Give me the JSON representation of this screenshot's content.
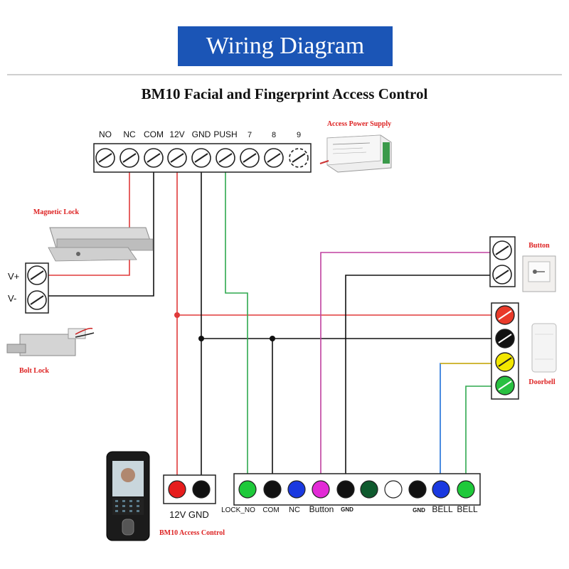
{
  "banner": {
    "title": "Wiring Diagram"
  },
  "diagram": {
    "title": "BM10 Facial and Fingerprint Access Control",
    "top_terminal_labels": [
      "NO",
      "NC",
      "COM",
      "12V",
      "GND",
      "PUSH",
      "7",
      "8",
      "9"
    ],
    "power_supply_label": "Access Power Supply",
    "magnetic_lock_label": "Magnetic Lock",
    "vplus_label": "V+",
    "vminus_label": "V-",
    "bolt_lock_label": "Bolt Lock",
    "button_label": "Button",
    "doorbell_label": "Doorbell",
    "device_label": "BM10 Access Control",
    "power_connector_label": "12V GND",
    "bottom_labels": {
      "lock_no": "LOCK_NO",
      "com": "COM",
      "nc": "NC",
      "button": "Button",
      "gnd_a": "GND",
      "gnd_b": "GND",
      "bell_a": "BELL",
      "bell_b": "BELL"
    }
  },
  "colors": {
    "banner": "#1b55b6",
    "red_wire": "#e03a3a",
    "black_wire": "#111111",
    "green_wire": "#2fa84f",
    "magenta_wire": "#c040a0",
    "blue_wire": "#1e6fd9",
    "yellow_wire": "#e5b800"
  }
}
